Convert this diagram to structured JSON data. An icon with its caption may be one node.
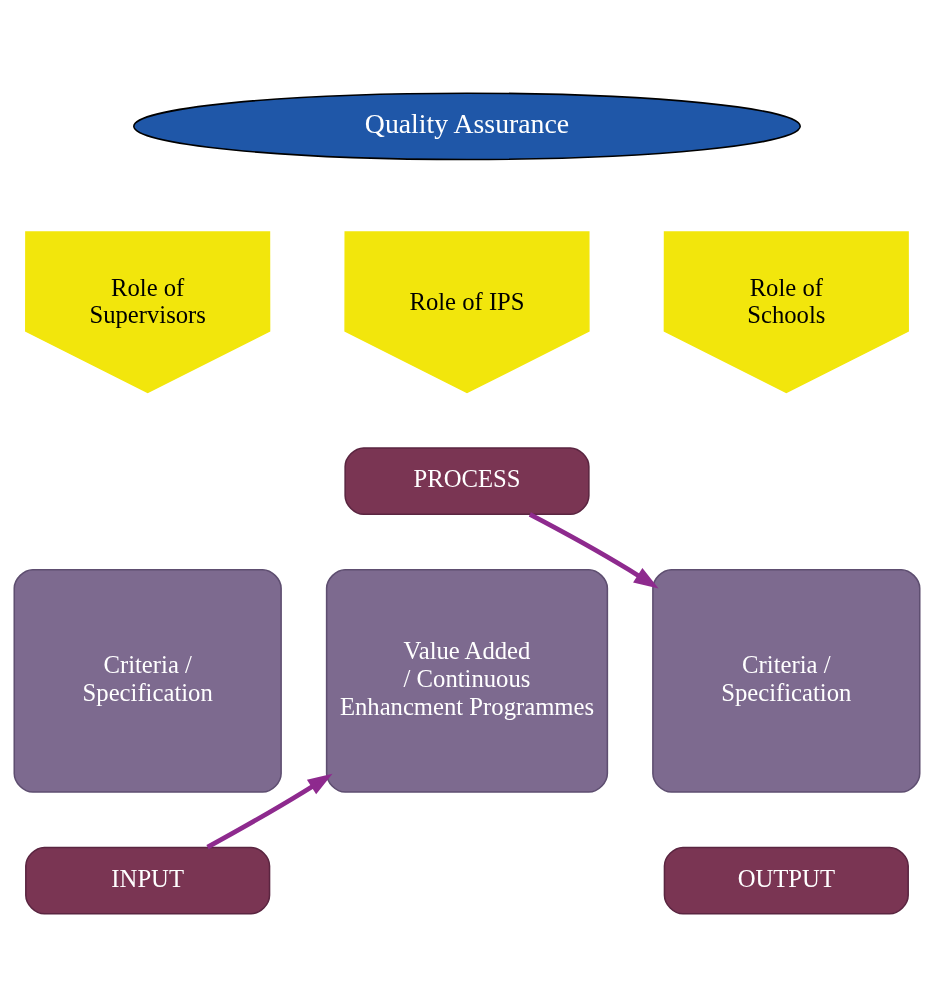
{
  "diagram": {
    "nodes": [
      {
        "text": [
          "Quality Assurance"
        ]
      },
      {
        "text": [
          "Role of Supervisors"
        ]
      },
      {
        "text": [
          "Role of IPS"
        ]
      },
      {
        "text": [
          "Role of Schools"
        ]
      },
      {
        "text": [
          "PROCESS"
        ]
      },
      {
        "text": [
          "Criteria / Specification"
        ]
      },
      {
        "text": [
          "Value Added / Continuous Enhancment Programmes"
        ]
      },
      {
        "text": [
          "Criteria / Specification"
        ]
      },
      {
        "text": [
          "INPUT"
        ]
      },
      {
        "text": [
          "OUTPUT"
        ]
      }
    ],
    "edges": [
      {
        "from": 8,
        "to": 6,
        "arrow": "to",
        "color": "#8e2a8e"
      },
      {
        "from": 4,
        "to": 7,
        "arrow": "to",
        "color": "#8e2a8e"
      }
    ]
  }
}
